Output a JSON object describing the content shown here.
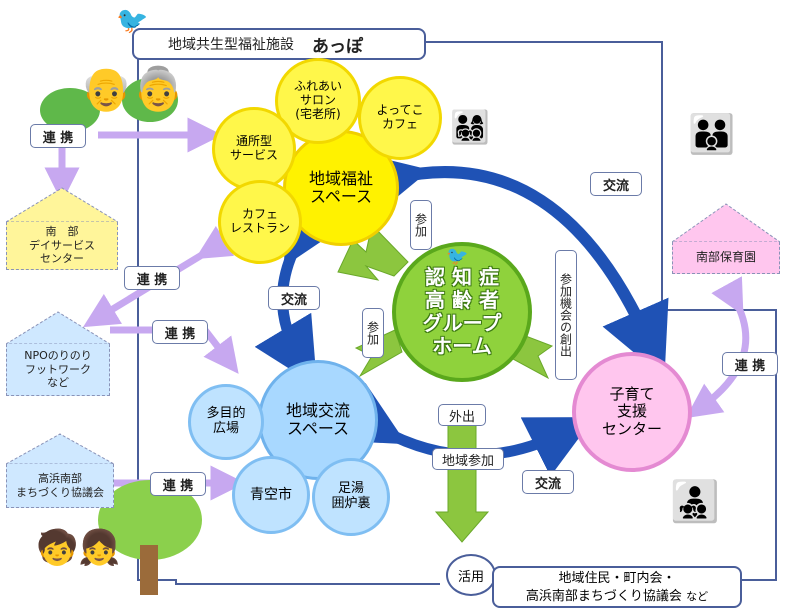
{
  "title": {
    "label": "地域共生型福祉施設",
    "name": "あっぽ"
  },
  "center": {
    "line1": "認 知 症",
    "line2": "高 齢 者",
    "line3": "グループ",
    "line4": "ホーム"
  },
  "welfare": {
    "main": [
      "地域福祉",
      "スペース"
    ],
    "salon": [
      "ふれあい",
      "サロン",
      "(宅老所)"
    ],
    "yottekokafe": [
      "よってこ",
      "カフェ"
    ],
    "tsusho": [
      "通所型",
      "サービス"
    ],
    "cafe": [
      "カフェ",
      "レストラン"
    ]
  },
  "exchange": {
    "main": [
      "地域交流",
      "スペース"
    ],
    "hiroba": [
      "多目的",
      "広場"
    ],
    "aozora": [
      "青空市"
    ],
    "ashiyu": [
      "足湯",
      "囲炉裏"
    ]
  },
  "kosodate": [
    "子育て",
    "支援",
    "センター"
  ],
  "houses": {
    "nanbu_day": [
      "南　部",
      "デイサービス",
      "センター"
    ],
    "npo": [
      "NPOのりのり",
      "フットワーク",
      "など"
    ],
    "takahama": [
      "高浜南部",
      "まちづくり協議会"
    ],
    "hoikuen": [
      "南部保育園"
    ]
  },
  "labels": {
    "renkei": "連 携",
    "koryu": "交流",
    "sanka": "参加",
    "sanka_kikai": "参加機会の創出",
    "gaishutsu": "外出",
    "chiiki_sanka": "地域参加",
    "katsuyo": "活用"
  },
  "bottom": {
    "line1": "地域住民・町内会・",
    "line2": "高浜南部まちづくり協議会",
    "suffix": "など"
  },
  "colors": {
    "frame": "#4a5e9a",
    "arrow_blue": "#1f52b5",
    "arrow_green": "#8cc63f",
    "arrow_purple": "#c7a8f0"
  }
}
